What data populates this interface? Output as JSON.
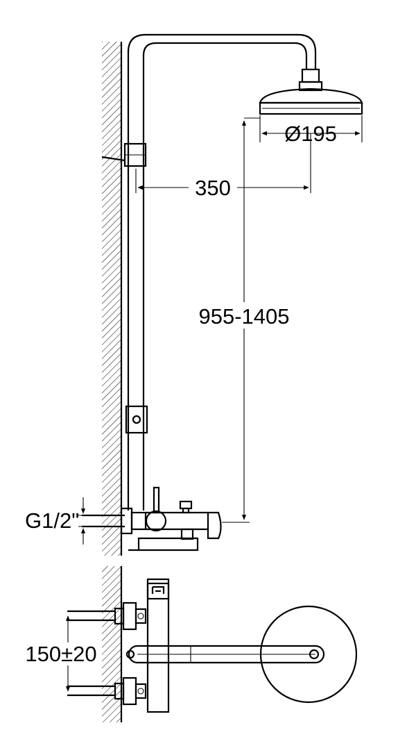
{
  "dimensions": {
    "head_diameter": "Ø195",
    "arm_length": "350",
    "height_range": "955-1405",
    "thread": "G1/2\"",
    "inlet_spacing": "150±20"
  },
  "colors": {
    "line": "#000000",
    "background": "#ffffff"
  }
}
